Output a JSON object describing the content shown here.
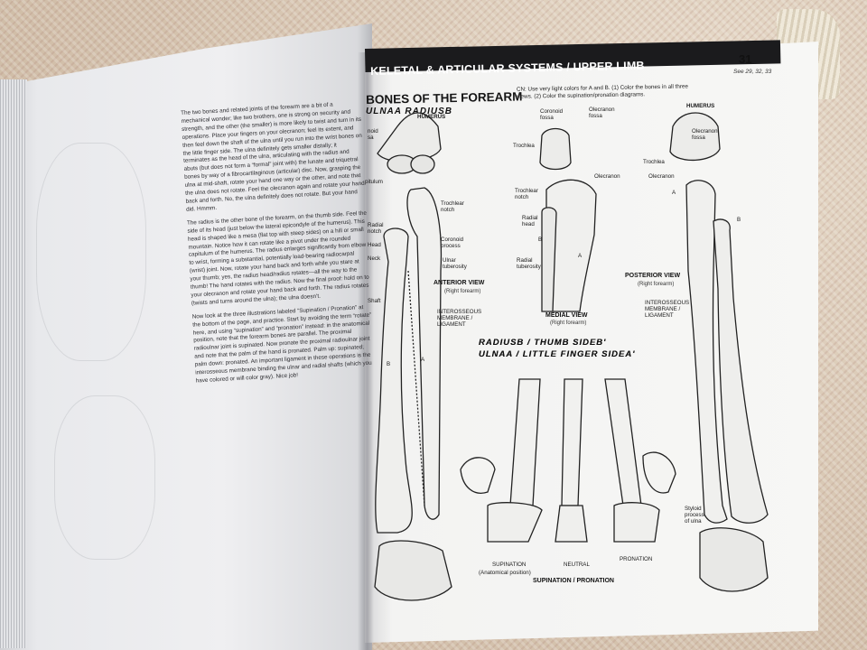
{
  "page": {
    "header_line1": "KELETAL & ARTICULAR SYSTEMS / UPPER LIMB",
    "header_line2": "BONES OF THE FOREARM",
    "page_number": "31",
    "see_ref": "See 29, 32, 33",
    "cn_instructions": "CN: Use very light colors for A and B. (1) Color the bones in all three views. (2) Color the supination/pronation diagrams."
  },
  "left_text": {
    "p1": "The two bones and related joints of the forearm are a bit of a mechanical wonder; like two brothers, one is strong on security and strength, and the other (the smaller) is more likely to twist and turn in its operations. Place your fingers on your olecranon; feel its extent, and then feel down the shaft of the ulna until you run into the wrist bones on the little finger side. The ulna definitely gets smaller distally; it terminates as the head of the ulna, articulating with the radius and abuts (but does not form a “formal” joint with) the lunate and triquetral bones by way of a fibrocartilaginous (articular) disc. Now, grasping the ulna at mid-shaft, rotate your hand one way or the other, and note that the ulna does not rotate. Feel the olecranon again and rotate your hand back and forth. No, the ulna definitely does not rotate. But your hand did. Hmmm.",
    "p2": "The radius is the other bone of the forearm, on the thumb side. Feel the side of its head (just below the lateral epicondyle of the humerus). This head is shaped like a mesa (flat top with steep sides) on a hill or small mountain. Notice how it can rotate like a pivot under the rounded capitulum of the humerus. The radius enlarges significantly from elbow to wrist, forming a substantial, potentially load-bearing radiocarpal (wrist) joint. Now, rotate your hand back and forth while you stare at your thumb; yes, the radius head/radius rotates—all the way to the thumb! The hand rotates with the radius. Now the final proof: hold on to your olecranon and rotate your hand back and forth. The radius rotates (twists and turns around the ulna); the ulna doesn’t.",
    "p3": "Now look at the three illustrations labeled “Supination / Pronation” at the bottom of the page, and practice. Start by avoiding the term “rotate” here, and using “supination” and “pronation” instead: in the anatomical position, note that the forearm bones are parallel. The proximal radioulnar joint is supinated. Now pronate the proximal radioulnar joint and note that the palm of the hand is pronated. Palm up: supinated; palm down: pronated. An important ligament in these operations is the interosseous membrane binding the ulnar and radial shafts (which you have colored or will color gray). Nice job!"
  },
  "titles": {
    "ulna_radius": "ULNAA RADIUSB",
    "radius_thumb": "RADIUSB / THUMB SIDEB'",
    "ulna_little": "ULNAA / LITTLE FINGER SIDEA'"
  },
  "anterior": {
    "humerus": "HUMERUS",
    "coronoid_fossa": "noid\nsa",
    "capitulum": "pitulum",
    "trochlear_notch": "Trochlear\nnotch",
    "radial_notch": "Radial\nnotch",
    "head": "Head",
    "coronoid_process": "Coronoid\nprocess",
    "neck": "Neck",
    "ulnar_tuberosity": "Ulnar\ntuberosity",
    "shaft": "Shaft",
    "view_title": "ANTERIOR VIEW",
    "view_sub": "(Right forearm)",
    "interosseous": "INTEROSSEOUS\nMEMBRANE /\nLIGAMENT",
    "a": "A",
    "b": "B"
  },
  "medial": {
    "coronoid_fossa": "Coronoid\nfossa",
    "olecranon_fossa": "Olecranon\nfossa",
    "trochlea": "Trochlea",
    "olecranon": "Olecranon",
    "trochlear_notch": "Trochlear\nnotch",
    "radial_head": "Radial\nhead",
    "radial_tuberosity": "Radial\ntuberosity",
    "view_title": "MEDIAL VIEW",
    "view_sub": "(Right forearm)",
    "a": "A",
    "b": "B"
  },
  "posterior": {
    "humerus": "HUMERUS",
    "olecranon_fossa": "Olecranon\nfossa",
    "trochlea": "Trochlea",
    "olecranon": "Olecranon",
    "view_title": "POSTERIOR VIEW",
    "view_sub": "(Right forearm)",
    "interosseous": "INTEROSSEOUS\nMEMBRANE /\nLIGAMENT",
    "styloid": "Styloid\nprocess\nof ulna",
    "a": "A",
    "b": "B"
  },
  "motion": {
    "supination": "SUPINATION",
    "supination_sub": "(Anatomical position)",
    "neutral": "NEUTRAL",
    "pronation": "PRONATION",
    "caption": "SUPINATION / PRONATION"
  },
  "colors": {
    "page": "#f6f6f4",
    "header_band": "#1b1b1d",
    "ink": "#1a1a1a",
    "carpet": "#d9c9b6"
  }
}
